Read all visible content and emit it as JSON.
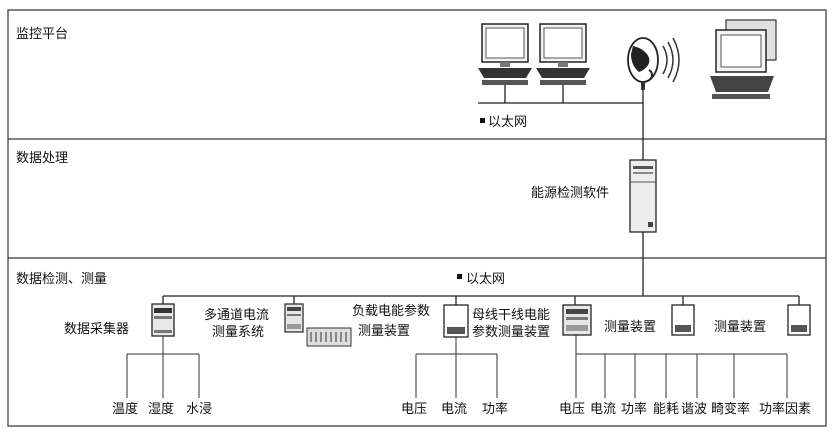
{
  "sections": {
    "monitor": "监控平台",
    "processing": "数据处理",
    "detection": "数据检测、测量"
  },
  "network": {
    "ethernet_top": "以太网",
    "ethernet_mid": "以太网"
  },
  "software": {
    "label": "能源检测软件"
  },
  "devices": {
    "collector": "数据采集器",
    "multi_channel_line1": "多通道电流",
    "multi_channel_line2": "测量系统",
    "load_meter_line1": "负载电能参数",
    "load_meter_line2": "测量装置",
    "busbar_meter_line1": "母线干线电能",
    "busbar_meter_line2": "参数测量装置",
    "meter_a": "测量装置",
    "meter_b": "测量装置"
  },
  "leaves": {
    "temperature": "温度",
    "humidity": "湿度",
    "water": "水浸",
    "voltage_1": "电压",
    "current_1": "电流",
    "power_1": "功率",
    "voltage_2": "电压",
    "current_2": "电流",
    "power_2": "功率",
    "energy": "能耗",
    "harmonic": "谐波",
    "distortion": "畸变率",
    "power_factor": "功率因素"
  }
}
